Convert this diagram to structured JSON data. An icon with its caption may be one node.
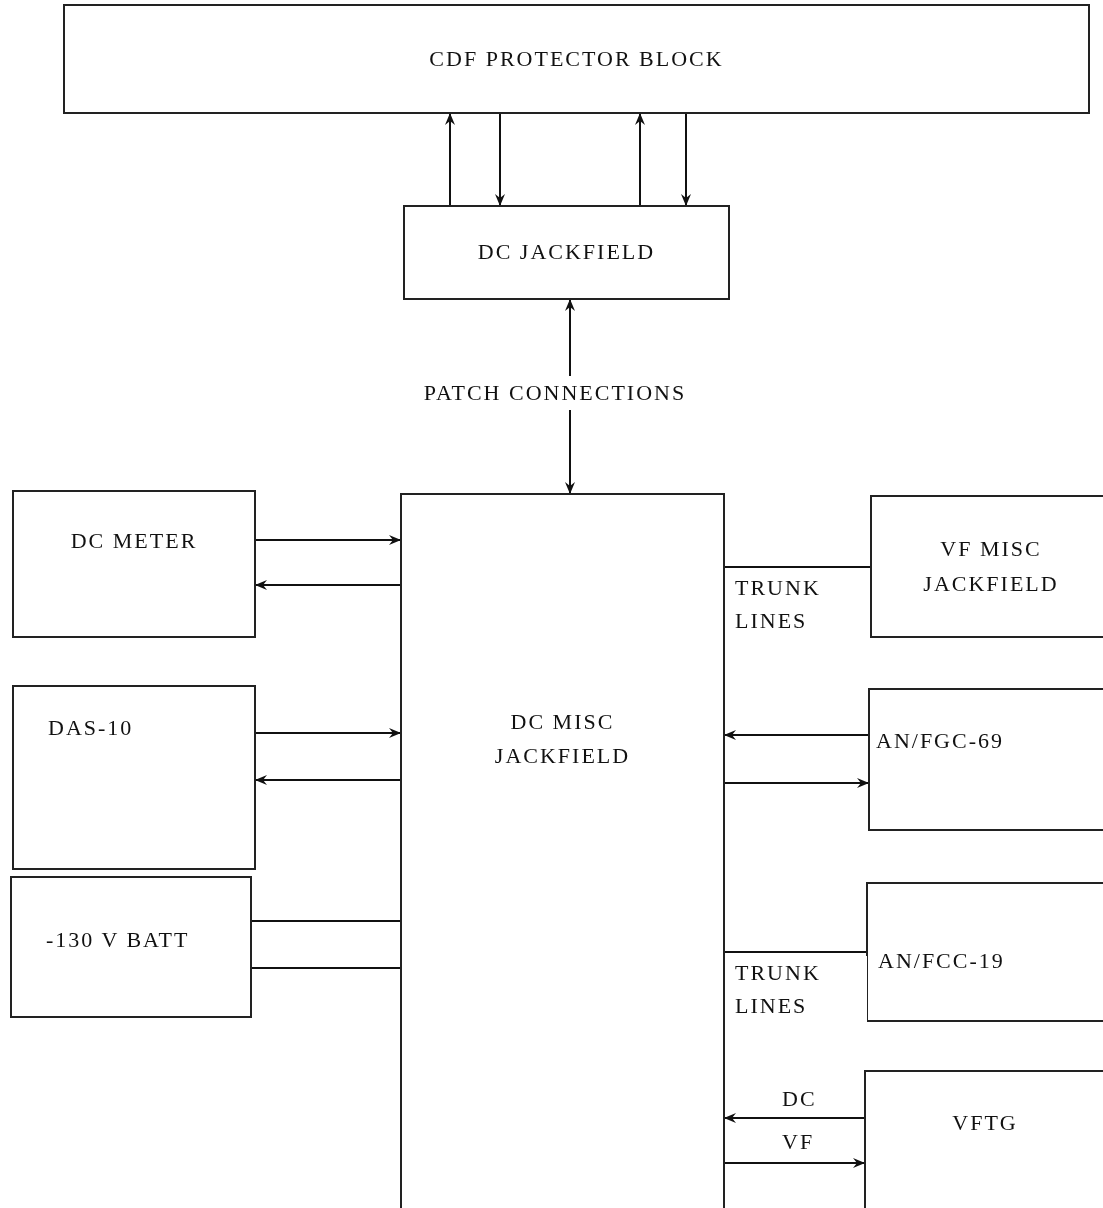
{
  "diagram": {
    "nodes": [
      {
        "text": [
          "CDF PROTECTOR BLOCK"
        ]
      },
      {
        "text": [
          "DC JACKFIELD"
        ]
      },
      {
        "text": [
          "PATCH CONNECTIONS"
        ]
      },
      {
        "text": [
          "DC MISC JACKFIELD"
        ]
      },
      {
        "text": [
          "DC METER"
        ]
      },
      {
        "text": [
          "DAS-10"
        ]
      },
      {
        "text": [
          "-130 V BATT"
        ]
      },
      {
        "text": [
          "VF MISC JACKFIELD"
        ]
      },
      {
        "text": [
          "AN/FGC-69"
        ]
      },
      {
        "text": [
          "AN/FCC-19"
        ]
      },
      {
        "text": [
          "VFTG"
        ]
      }
    ],
    "edges": [
      {
        "from": 1,
        "to": 0,
        "arrow": "to"
      },
      {
        "from": 0,
        "to": 1,
        "arrow": "to"
      },
      {
        "from": 1,
        "to": 0,
        "arrow": "to"
      },
      {
        "from": 0,
        "to": 1,
        "arrow": "to"
      },
      {
        "from": 2,
        "to": 1,
        "arrow": "to"
      },
      {
        "from": 2,
        "to": 3,
        "arrow": "to"
      },
      {
        "from": 4,
        "to": 3,
        "arrow": "to"
      },
      {
        "from": 3,
        "to": 4,
        "arrow": "to"
      },
      {
        "from": 5,
        "to": 3,
        "arrow": "to"
      },
      {
        "from": 3,
        "to": 5,
        "arrow": "to"
      },
      {
        "from": 6,
        "to": 3,
        "arrow": "none"
      },
      {
        "from": 6,
        "to": 3,
        "arrow": "none"
      },
      {
        "from": 7,
        "to": 3,
        "arrow": "none",
        "label": "TRUNK LINES"
      },
      {
        "from": 8,
        "to": 3,
        "arrow": "to"
      },
      {
        "from": 3,
        "to": 8,
        "arrow": "to"
      },
      {
        "from": 9,
        "to": 3,
        "arrow": "none",
        "label": "TRUNK LINES"
      },
      {
        "from": 10,
        "to": 3,
        "arrow": "to",
        "label": "DC"
      },
      {
        "from": 3,
        "to": 10,
        "arrow": "to",
        "label": "VF"
      }
    ]
  }
}
